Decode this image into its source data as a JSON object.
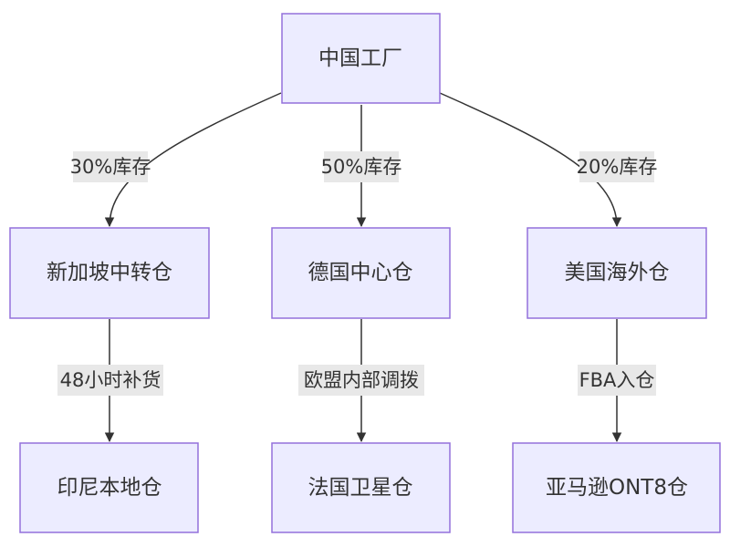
{
  "nodes": {
    "factory": "中国工厂",
    "singapore": "新加坡中转仓",
    "germany": "德国中心仓",
    "usa": "美国海外仓",
    "indonesia": "印尼本地仓",
    "france": "法国卫星仓",
    "amazon": "亚马逊ONT8仓"
  },
  "edges": {
    "to_singapore": "30%库存",
    "to_germany": "50%库存",
    "to_usa": "20%库存",
    "to_indonesia": "48小时补货",
    "to_france": "欧盟内部调拨",
    "to_amazon": "FBA入仓"
  },
  "colors": {
    "node_fill": "#ECECFF",
    "node_stroke": "#9370DB",
    "edge": "#333333",
    "label_bg": "#E8E8E8"
  }
}
